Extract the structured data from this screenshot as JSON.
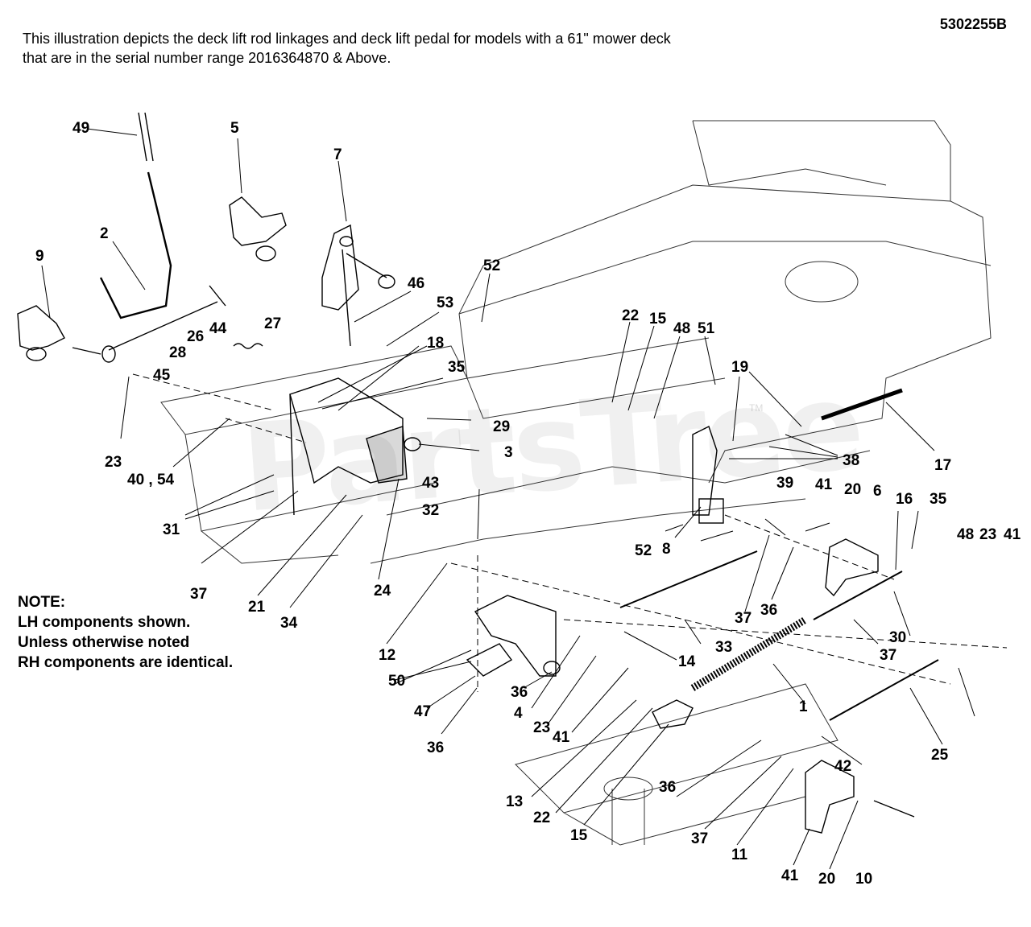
{
  "header": {
    "description_line1": "This illustration depicts the deck lift rod linkages and deck lift pedal for models with a 61\" mower deck",
    "description_line2": "that are in the serial number range 2016364870 & Above.",
    "document_id": "5302255B"
  },
  "note": {
    "heading": "NOTE:",
    "line1": "LH components shown.",
    "line2": "Unless otherwise noted",
    "line3": "RH components are identical."
  },
  "watermark": {
    "text": "PartsTree",
    "tm": "TM"
  },
  "callouts": [
    "49",
    "5",
    "7",
    "2",
    "9",
    "52",
    "46",
    "53",
    "22",
    "15",
    "48",
    "51",
    "26",
    "44",
    "27",
    "18",
    "28",
    "35",
    "45",
    "29",
    "19",
    "3",
    "38",
    "17",
    "23",
    "40 , 54",
    "31",
    "43",
    "32",
    "39",
    "41",
    "20",
    "6",
    "16",
    "35",
    "52",
    "8",
    "48",
    "23",
    "41",
    "37",
    "21",
    "24",
    "34",
    "37",
    "36",
    "30",
    "33",
    "12",
    "37",
    "50",
    "14",
    "36",
    "1",
    "47",
    "4",
    "23",
    "41",
    "42",
    "36",
    "25",
    "13",
    "22",
    "36",
    "15",
    "37",
    "11",
    "41",
    "20",
    "10",
    "23",
    "40"
  ],
  "colors": {
    "line": "#000000",
    "background": "#ffffff"
  }
}
